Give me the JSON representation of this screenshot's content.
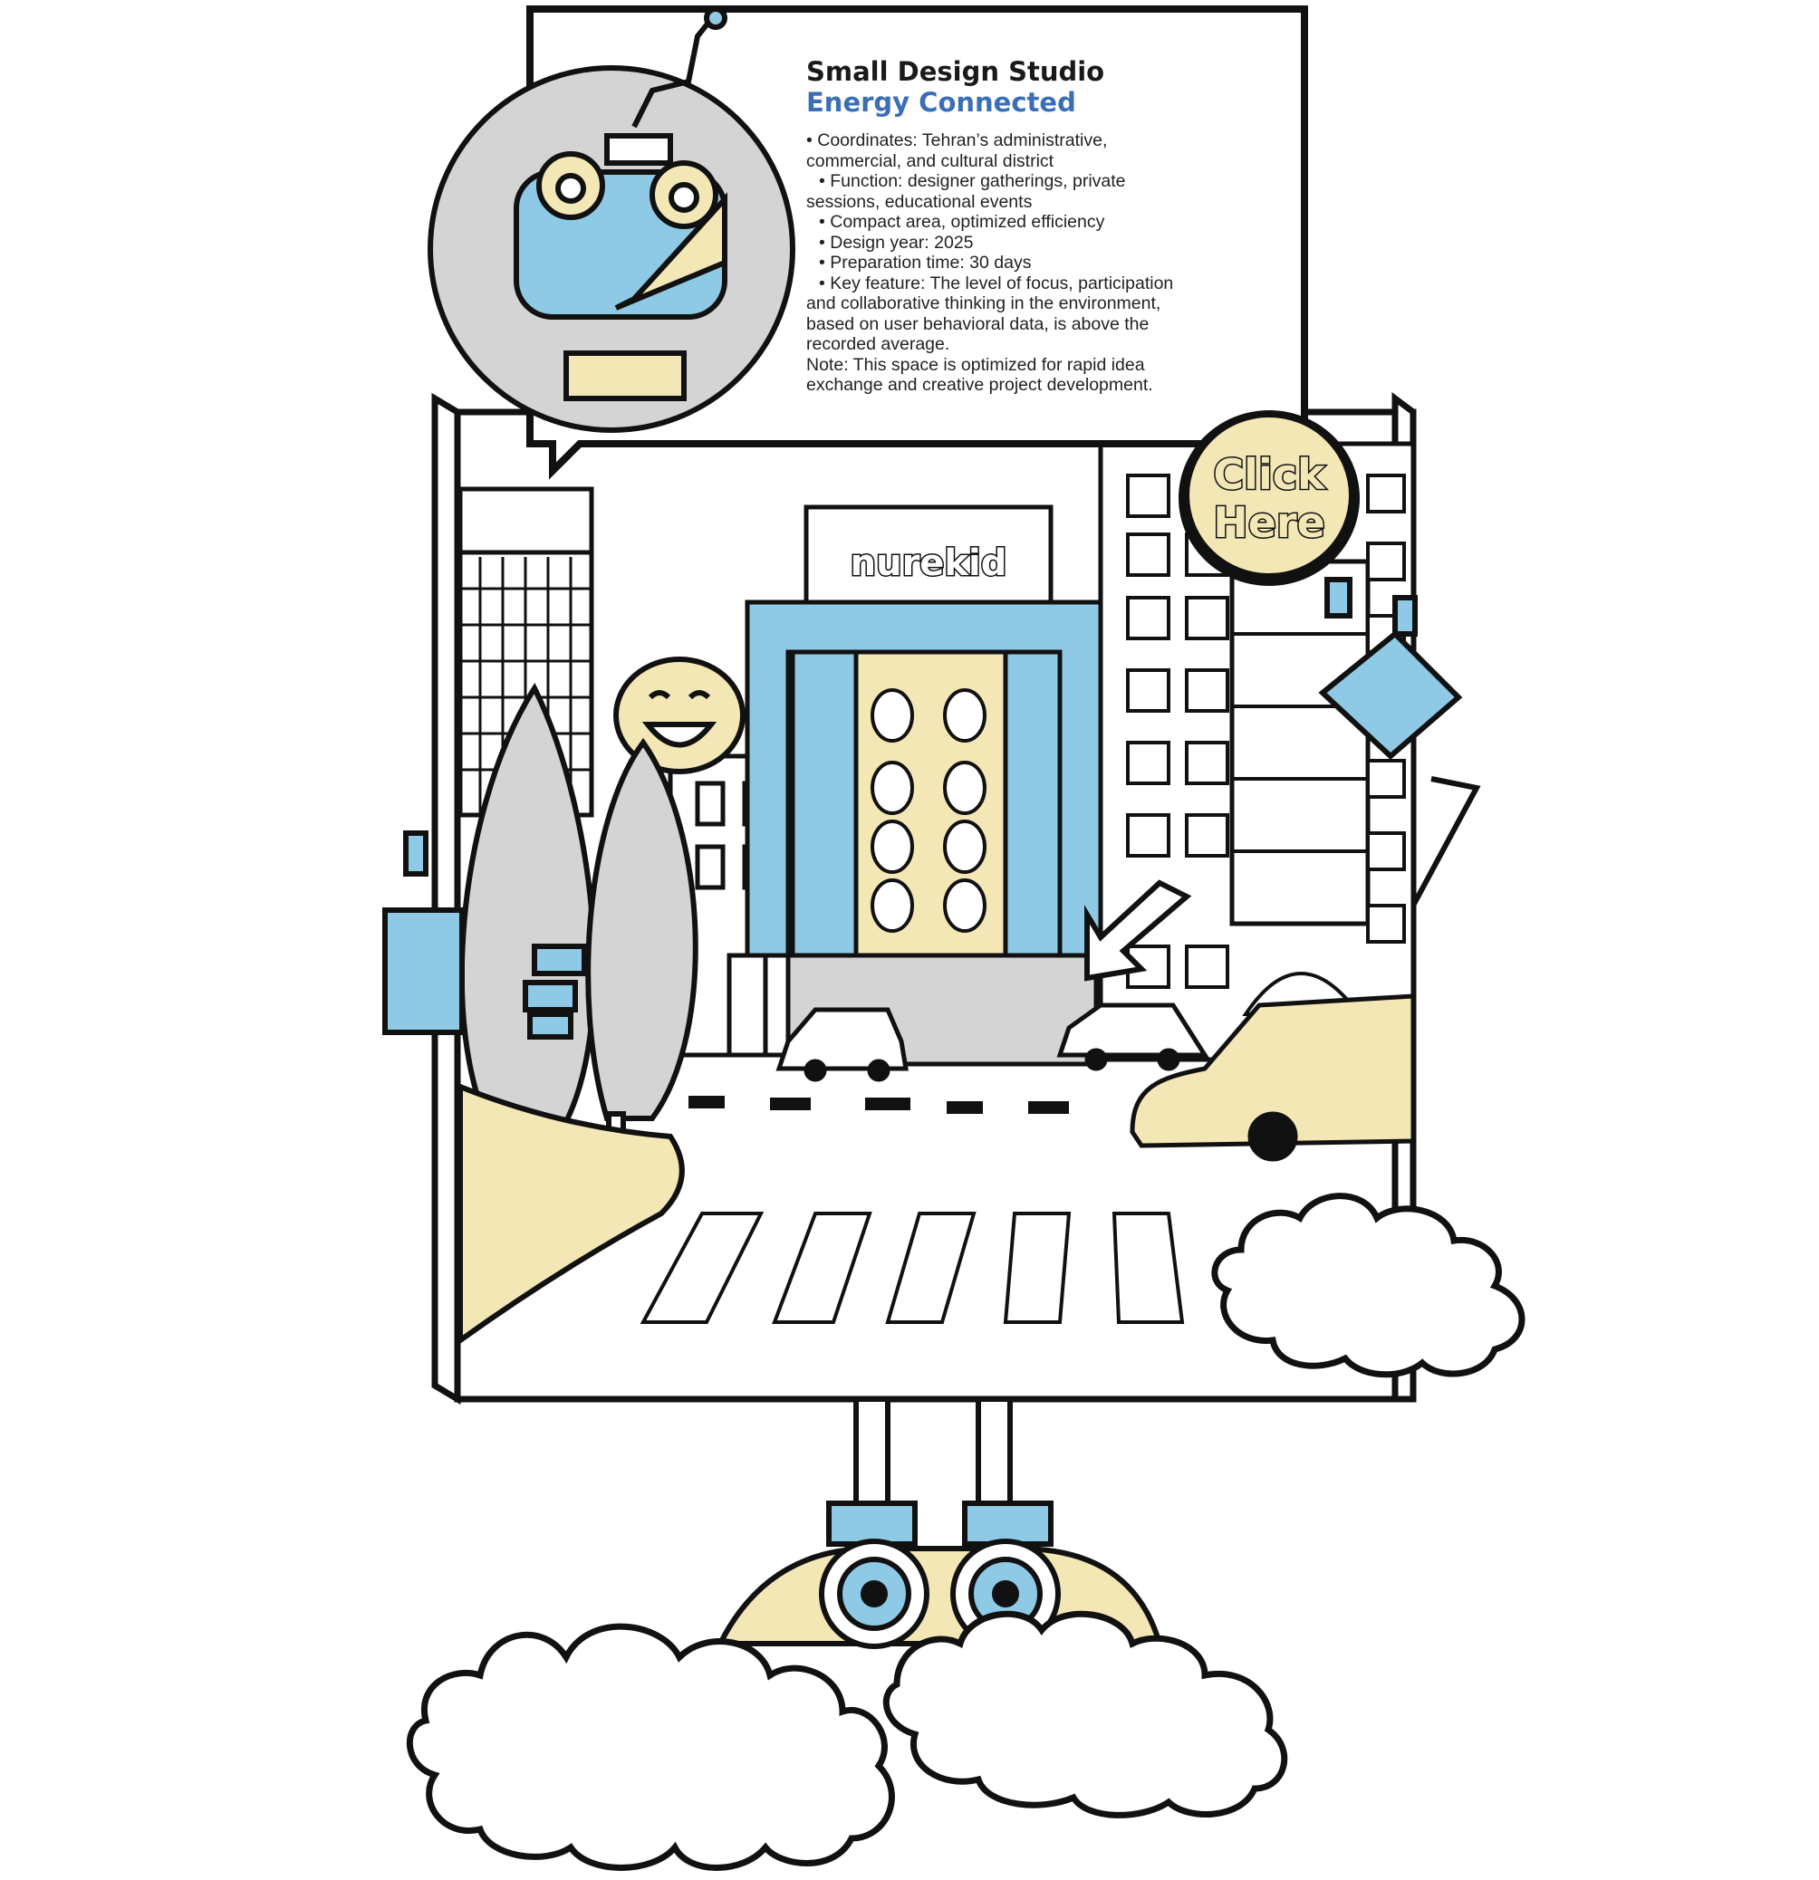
{
  "info": {
    "title": "Small Design Studio",
    "subtitle": "Energy Connected",
    "lines": [
      "• Coordinates: Tehran’s administrative,",
      "commercial, and cultural district",
      "• Function: designer gatherings, private",
      "sessions, educational events",
      "• Compact area, optimized efficiency",
      "• Design year: 2025",
      "• Preparation time: 30 days",
      "• Key feature: The level of focus, participation",
      "and collaborative thinking in the environment,",
      "based on user behavioral data, is above the",
      "recorded average.",
      "Note: This space is optimized for rapid idea",
      "exchange and creative project development."
    ]
  },
  "cta": {
    "line1": "Click",
    "line2": "Here"
  },
  "signs": {
    "building_sign": "nurekid"
  },
  "colors": {
    "cream": "#f3e7b6",
    "light_blue": "#8ecae6",
    "dark_blue": "#3a6fb5",
    "gray": "#d4d4d4",
    "outline": "#111111"
  },
  "icons": [
    "robot-head-icon",
    "robot-hand-icon",
    "smiley-face-icon",
    "arrow-pointer-icon",
    "cloud-icon",
    "car-icon",
    "tree-icon"
  ]
}
